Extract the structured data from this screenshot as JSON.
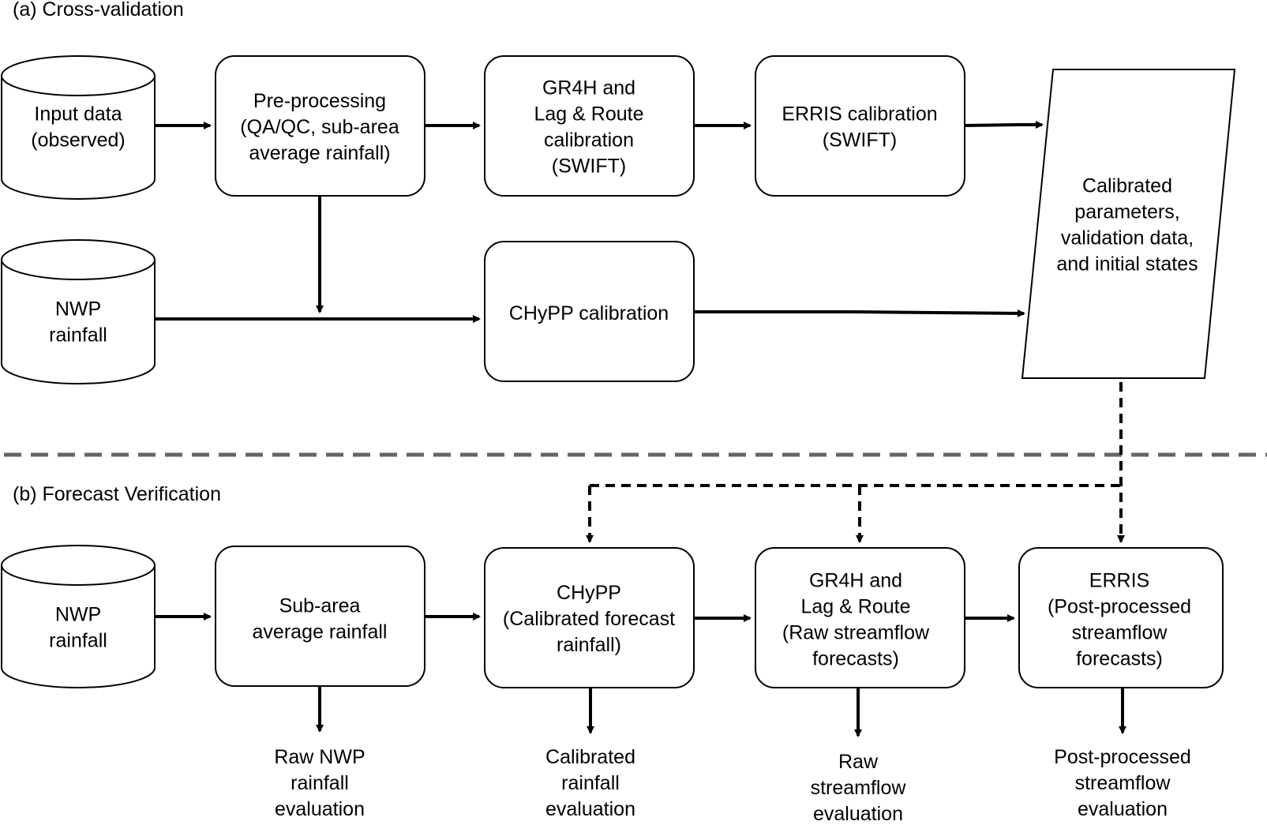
{
  "sections": {
    "cross_validation": "(a) Cross-validation",
    "forecast_verification": "(b) Forecast Verification"
  },
  "nodes": {
    "input_data": [
      "Input data",
      "(observed)"
    ],
    "preprocessing": [
      "Pre-processing",
      "(QA/QC, sub-area",
      "average rainfall)"
    ],
    "gr4h_calibration": [
      "GR4H and",
      "Lag & Route",
      "calibration",
      "(SWIFT)"
    ],
    "erris_calibration": [
      "ERRIS calibration",
      "(SWIFT)"
    ],
    "calibrated_parameters": [
      "Calibrated",
      "parameters,",
      "validation data,",
      "and initial states"
    ],
    "nwp_rainfall_a": [
      "NWP",
      "rainfall"
    ],
    "chypp_calibration": [
      "CHyPP calibration"
    ],
    "nwp_rainfall_b": [
      "NWP",
      "rainfall"
    ],
    "subarea_rainfall": [
      "Sub-area",
      "average rainfall"
    ],
    "chypp_forecast": [
      "CHyPP",
      "(Calibrated forecast",
      "rainfall)"
    ],
    "gr4h_forecast": [
      "GR4H and",
      "Lag & Route",
      "(Raw streamflow",
      "forecasts)"
    ],
    "erris_forecast": [
      "ERRIS",
      "(Post-processed",
      "streamflow",
      "forecasts)"
    ]
  },
  "outputs": {
    "raw_nwp_eval": [
      "Raw NWP",
      "rainfall",
      "evaluation"
    ],
    "calibrated_rainfall_eval": [
      "Calibrated",
      "rainfall",
      "evaluation"
    ],
    "raw_streamflow_eval": [
      "Raw",
      "streamflow",
      "evaluation"
    ],
    "postprocessed_eval": [
      "Post-processed",
      "streamflow",
      "evaluation"
    ]
  },
  "colors": {
    "stroke": "#000000",
    "divider": "#666666",
    "fill": "#ffffff"
  }
}
